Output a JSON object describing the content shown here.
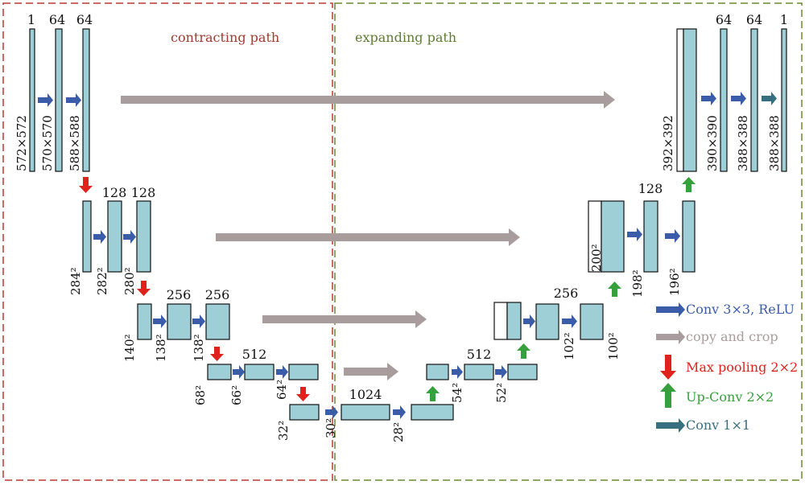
{
  "regions": {
    "contracting": {
      "label": "contracting path",
      "color": "#b83a33"
    },
    "expanding": {
      "label": "expanding path",
      "color": "#6a8a2e"
    }
  },
  "colors": {
    "feature_map": "#9fcfd6",
    "conv_arrow": "#3b5ca8",
    "copy_arrow": "#a89c9c",
    "pool_arrow": "#e0211c",
    "up_arrow": "#36a03c",
    "conv1_arrow": "#356f80"
  },
  "channels": {
    "l1": [
      "1",
      "64",
      "64"
    ],
    "l2": [
      "128",
      "128"
    ],
    "l3": [
      "256",
      "256"
    ],
    "l4": [
      "512"
    ],
    "l5": [
      "1024"
    ],
    "r4": [
      "512"
    ],
    "r3": [
      "256"
    ],
    "r2": [
      "128"
    ],
    "r1": [
      "64",
      "64",
      "1"
    ]
  },
  "sizes": {
    "l1": [
      "572×572",
      "570×570",
      "588×588"
    ],
    "l2": [
      "284²",
      "282²",
      "280²"
    ],
    "l3": [
      "140²",
      "138²",
      "138²"
    ],
    "l4": [
      "68²",
      "66²",
      "64²"
    ],
    "l5": [
      "32²",
      "30²",
      "28²"
    ],
    "r4": [
      "54²",
      "52²"
    ],
    "r3": [
      "102²",
      "100²"
    ],
    "r2": [
      "200²",
      "198²",
      "196²"
    ],
    "r1": [
      "392×392",
      "390×390",
      "388×388",
      "388×388"
    ]
  },
  "legend": [
    {
      "key": "conv",
      "label": "Conv 3×3, ReLU",
      "icon": "right-arrow",
      "color": "#3b5ca8"
    },
    {
      "key": "copy",
      "label": "copy and crop",
      "icon": "right-arrow",
      "color": "#a89c9c"
    },
    {
      "key": "pool",
      "label": "Max pooling 2×2",
      "icon": "down-arrow",
      "color": "#e0211c"
    },
    {
      "key": "up",
      "label": "Up-Conv 2×2",
      "icon": "up-arrow",
      "color": "#36a03c"
    },
    {
      "key": "conv1",
      "label": "Conv 1×1",
      "icon": "right-arrow",
      "color": "#356f80"
    }
  ]
}
